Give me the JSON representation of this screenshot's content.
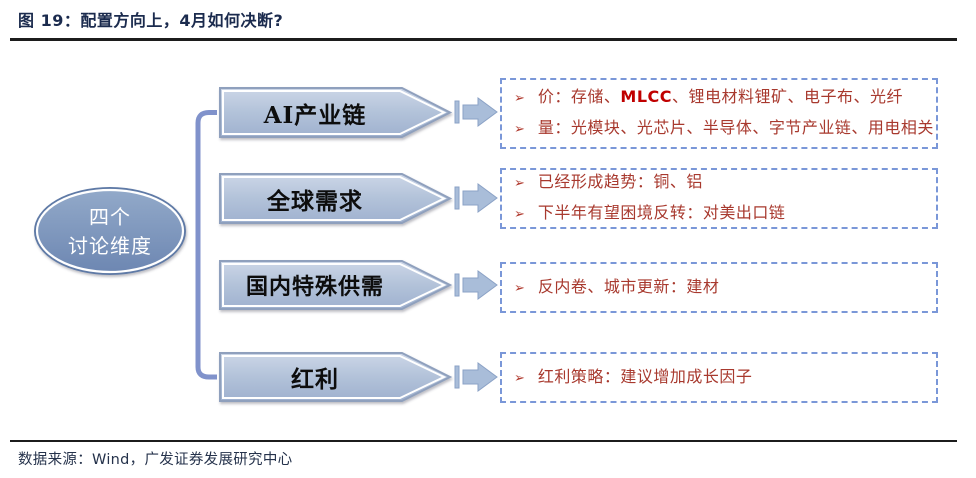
{
  "header": {
    "title": "图 19：配置方向上，4月如何决断?"
  },
  "diagram": {
    "hub": {
      "line1": "四个",
      "line2": "讨论维度"
    },
    "bullet_icon": "➢",
    "rows": [
      {
        "label": "AI产业链",
        "bullets": [
          {
            "pre": "价：存储、",
            "em": "MLCC",
            "post": "、锂电材料锂矿、电子布、光纤"
          },
          {
            "pre": "量：光模块、光芯片、半导体、字节产业链、用电相关"
          }
        ]
      },
      {
        "label": "全球需求",
        "bullets": [
          {
            "pre": "已经形成趋势：铜、铝"
          },
          {
            "pre": "下半年有望困境反转：对美出口链"
          }
        ]
      },
      {
        "label": "国内特殊供需",
        "bullets": [
          {
            "pre": "反内卷、城市更新：建材"
          }
        ]
      },
      {
        "label": "红利",
        "bullets": [
          {
            "pre": "红利策略：建议增加成长因子"
          }
        ]
      }
    ]
  },
  "footer": {
    "source": "数据来源：Wind，广发证券发展研究中心"
  },
  "colors": {
    "title_navy": "#1b2b4e",
    "red_text": "#a8392e",
    "em_red": "#c00000",
    "box_fill": "#aebfd6",
    "hub_fill": "#7690ba",
    "dashed_border": "#7a97d8",
    "connector_blue": "#8092cb"
  }
}
